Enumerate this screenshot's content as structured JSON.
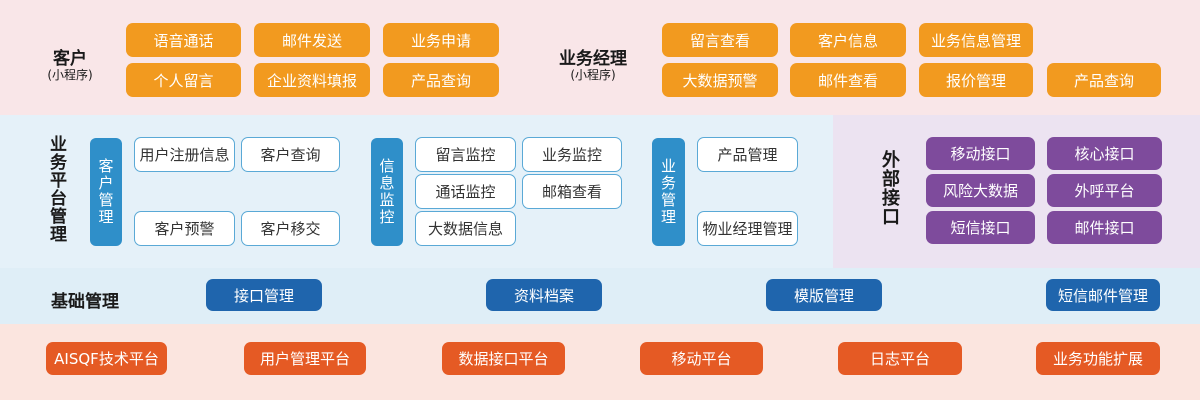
{
  "customer": {
    "title": "客户",
    "subtitle": "(小程序)",
    "buttons": [
      "语音通话",
      "邮件发送",
      "业务申请",
      "个人留言",
      "企业资料填报",
      "产品查询"
    ]
  },
  "manager": {
    "title": "业务经理",
    "subtitle": "(小程序)",
    "buttons": [
      "留言查看",
      "客户信息",
      "业务信息管理",
      "大数据预警",
      "邮件查看",
      "报价管理",
      "产品查询"
    ]
  },
  "platform": {
    "title": "业务平台管理",
    "groups": [
      {
        "tab": "客户管理",
        "items": [
          "用户注册信息",
          "客户查询",
          "客户预警",
          "客户移交"
        ]
      },
      {
        "tab": "信息监控",
        "items": [
          "留言监控",
          "业务监控",
          "通话监控",
          "邮箱查看",
          "大数据信息"
        ]
      },
      {
        "tab": "业务管理",
        "items": [
          "产品管理",
          "物业经理管理"
        ]
      }
    ]
  },
  "external": {
    "title": "外部接口",
    "buttons": [
      "移动接口",
      "核心接口",
      "风险大数据",
      "外呼平台",
      "短信接口",
      "邮件接口"
    ]
  },
  "base": {
    "title": "基础管理",
    "buttons": [
      "接口管理",
      "资料档案",
      "模版管理",
      "短信邮件管理"
    ]
  },
  "bottom": {
    "buttons": [
      "AISQF技术平台",
      "用户管理平台",
      "数据接口平台",
      "移动平台",
      "日志平台",
      "业务功能扩展"
    ]
  },
  "colors": {
    "orange": "#f29a1f",
    "purple": "#7e4b9c",
    "navy": "#1f65ad",
    "red": "#e55a24",
    "tab_blue": "#2f8fc9"
  }
}
